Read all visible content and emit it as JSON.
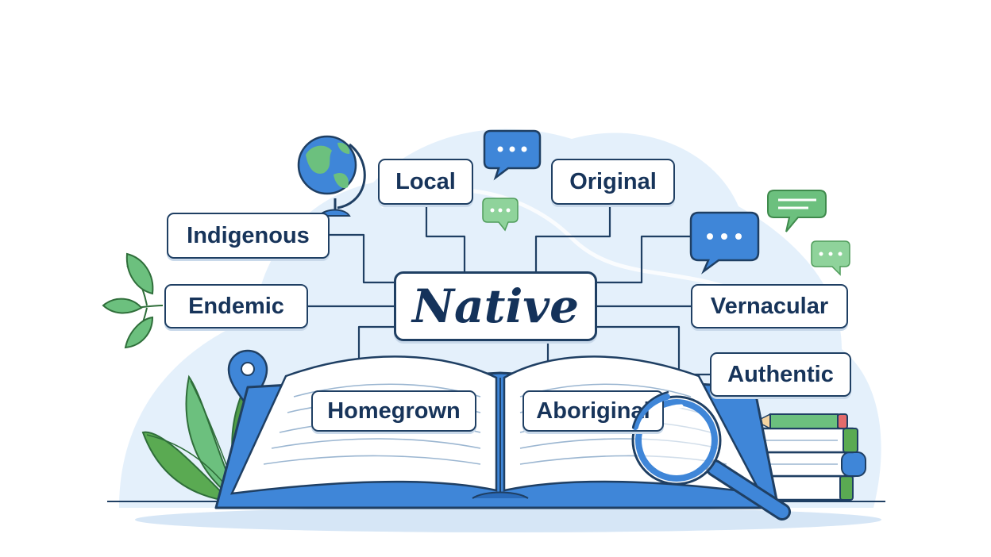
{
  "diagram": {
    "center_word": "Native",
    "related_words": {
      "local": "Local",
      "original": "Original",
      "indigenous": "Indigenous",
      "endemic": "Endemic",
      "vernacular": "Vernacular",
      "authentic": "Authentic",
      "homegrown": "Homegrown",
      "aboriginal": "Aboriginal"
    }
  },
  "icons": [
    "globe-icon",
    "speech-bubble-icon",
    "location-pin-icon",
    "leaf-icon",
    "open-book-icon",
    "magnifying-glass-icon",
    "book-stack-icon",
    "pencil-icon"
  ],
  "colors": {
    "background_blob": "#e4f0fb",
    "box_border": "#1f3f63",
    "text": "#17345a",
    "bubble_blue": "#3f86d8",
    "bubble_green": "#6cc07e",
    "leaf_green": "#5aaa52"
  }
}
